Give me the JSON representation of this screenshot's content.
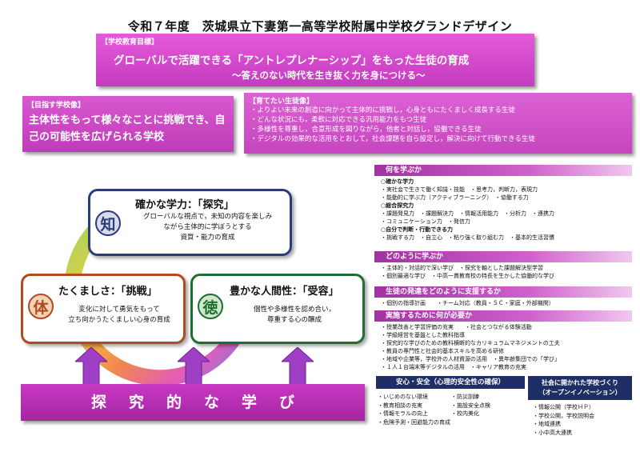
{
  "title": "令和７年度　茨城県立下妻第一高等学校附属中学校グランドデザイン",
  "mission": {
    "tag": "【学校教育目標】",
    "main": "グローバルで活躍できる「アントレプレナーシップ」をもった生徒の育成",
    "sub": "～答えのない時代を生き抜く力を身につける～"
  },
  "ideal": {
    "tag": "【目指す学校像】",
    "body": "主体性をもって様々なことに挑戦でき、自己の可能性を広げられる学校"
  },
  "students": {
    "tag": "【育てたい生徒像】",
    "items": [
      "・よりよい未来の創造に向かって主体的に挑戦し，心身ともにたくましく成長する生徒",
      "・どんな状況にも，柔軟に対応できる汎用能力をもつ生徒",
      "・多様性を尊重し，合意形成を図りながら，他者と対話し，協働できる生徒",
      "・デジタルの効果的な活用をとおして，社会課題を自ら設定し，解決に向けて行動できる生徒"
    ]
  },
  "pillars": {
    "know": {
      "kanji": "知",
      "heading": "確かな学力：「探究」",
      "desc1": "グローバルな視点で，未知の内容を楽しみ",
      "desc2": "ながら主体的に学ぼうとする",
      "desc3": "資質・能力の育成"
    },
    "body": {
      "kanji": "体",
      "heading": "たくましさ：「挑戦」",
      "desc1": "変化に対して勇気をもって",
      "desc2": "立ち向かうたくましい心身の育成"
    },
    "heart": {
      "kanji": "徳",
      "heading": "豊かな人間性：「受容」",
      "desc1": "個性や多様性を認め合い，",
      "desc2": "尊重する心の醸成"
    }
  },
  "inquiry": "探究的な学び",
  "what": {
    "heading": "何を学ぶか",
    "s1": "○確かな学力",
    "s1a": "・実社会で生きて働く知識・技能　・思考力，判断力，表現力",
    "s1b": "・能動的に学ぶ力（アクティブラーニング）　・協働する力",
    "s2": "○総合探究力",
    "s2a": "・課題発見力　・課題解決力　・情報活用能力　・分析力　・連携力",
    "s2b": "・コミュニケーション力　・発信力",
    "s3": "○自分で判断・行動できる力",
    "s3a": "・挑戦する力　・自立心　・粘り強く取り組む力　・基本的生活習慣"
  },
  "how": {
    "heading": "どのように学ぶか",
    "a": "・主体的・対話的で深い学び　・探究を軸とした課題解決型学習",
    "b": "・個別最適な学び　・中高一貫教育校の特長を生かした協働的な学び"
  },
  "support": {
    "heading": "生徒の発達をどのように支援するか",
    "a": "・個別の指導計画　　・チーム対応（教員・ＳＣ・家庭・外部機関）"
  },
  "needs": {
    "heading": "実施するために何が必要か",
    "items": [
      "・授業改善と学習評価の充実　　・社会とつながる体験活動",
      "・学級経営を基盤とした教科指導",
      "・探究的な学びのための教科横断的なカリキュラムマネジメントの工夫",
      "・教員の専門性と社会的基本スキルを高める研修",
      "・地域や企業等，学校外の人材資源の活用　・異年齢集団での「学び」",
      "・１人１台端末等デジタルの活用　・キャリア教育の充実"
    ]
  },
  "safety": {
    "heading": "安心・安全（心理的安全性の確保）",
    "col1": [
      "・いじめのない環境",
      "・教育相談の充実",
      "・情報モラルの向上",
      "・危険予測・回避能力の育成"
    ],
    "col2": [
      "・防災訓練",
      "・施設安全点検",
      "・校内美化"
    ]
  },
  "community": {
    "line1": "社会に開かれた学校づくり",
    "line2": "（オープンイノベーション）",
    "items": [
      "・情報公開（学校ＨＰ）",
      "・学校公開，学校説明会",
      "・地域連携",
      "・小中高大連携"
    ]
  },
  "colors": {
    "magenta": "#c43bc0",
    "navy": "#1e2f66",
    "know_border": "#2a3d7a",
    "body_border": "#b04a20",
    "heart_border": "#1e6e2e",
    "arrow": "#9e3fc6"
  }
}
